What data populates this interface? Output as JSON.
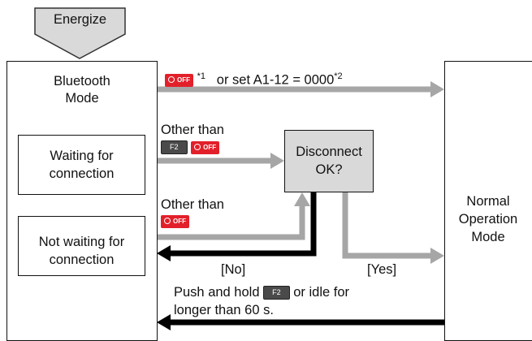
{
  "energize": {
    "label": "Energize"
  },
  "bluetooth_mode": {
    "line1": "Bluetooth",
    "line2": "Mode"
  },
  "normal_mode": {
    "line1": "Normal",
    "line2": "Operation",
    "line3": "Mode"
  },
  "waiting_box": {
    "line1": "Waiting for",
    "line2": "connection"
  },
  "not_waiting_box": {
    "line1": "Not waiting for",
    "line2": "connection"
  },
  "disconnect_box": {
    "line1": "Disconnect",
    "line2": "OK?"
  },
  "top_arrow": {
    "note1": "*1",
    "middle": "or set A1-12 = 0000",
    "note2": "*2"
  },
  "other_than_1": "Other than",
  "other_than_2": "Other than",
  "no_label": "[No]",
  "yes_label": "[Yes]",
  "bottom_text": {
    "line1_pre": "Push and hold",
    "line1_post": "or idle for",
    "line2": "longer than 60 s."
  },
  "buttons": {
    "off_label": "OFF",
    "f2_label": "F2"
  },
  "colors": {
    "gray_arrow": "#a6a6a6",
    "black_arrow": "#000000",
    "off_button": "#e2202a",
    "f2_button": "#4a4a4a",
    "disconnect_fill": "#d9d9d9"
  }
}
